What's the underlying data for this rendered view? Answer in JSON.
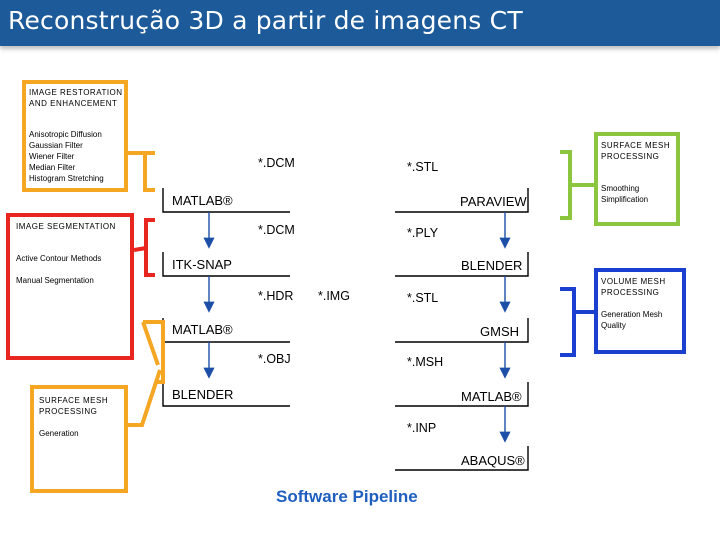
{
  "title": "Reconstrução 3D a partir de imagens CT",
  "left_boxes": {
    "restoration": {
      "heading": "IMAGE RESTORATION AND ENHANCEMENT",
      "items": [
        "Anisotropic Diffusion",
        "Gaussian Filter",
        "Wiener Filter",
        "Median Filter",
        "Histogram Stretching"
      ],
      "color": "#f5a623"
    },
    "segmentation": {
      "heading": "IMAGE SEGMENTATION",
      "items": [
        "Active Contour Methods",
        "Manual Segmentation"
      ],
      "color": "#e8251f"
    },
    "surface_mesh": {
      "heading": "SURFACE MESH PROCESSING",
      "items": [
        "Generation"
      ],
      "color": "#f5a623"
    }
  },
  "right_boxes": {
    "surface_mesh": {
      "heading": "SURFACE MESH PROCESSING",
      "items": [
        "Smoothing Simplification"
      ],
      "color": "#8cc63f"
    },
    "volume_mesh": {
      "heading": "VOLUME MESH PROCESSING",
      "items": [
        "Generation Mesh Quality"
      ],
      "color": "#1a3fd1"
    }
  },
  "left_column": {
    "tools": [
      "MATLAB®",
      "ITK-SNAP",
      "MATLAB®",
      "BLENDER"
    ],
    "files": [
      "*.DCM",
      "*.DCM",
      "*.HDR",
      "*.IMG",
      "*.OBJ"
    ]
  },
  "right_column": {
    "tools": [
      "PARAVIEW",
      "BLENDER",
      "GMSH",
      "MATLAB®",
      "ABAQUS®"
    ],
    "files": [
      "*.STL",
      "*.PLY",
      "*.STL",
      "*.MSH",
      "*.INP"
    ]
  },
  "footer": "Software Pipeline",
  "colors": {
    "title_bar": "#1d5a99",
    "footer_text": "#1f5fbf",
    "green": "#8cc63f",
    "blue": "#1a3fd1",
    "orange": "#f5a623",
    "red": "#e8251f"
  }
}
